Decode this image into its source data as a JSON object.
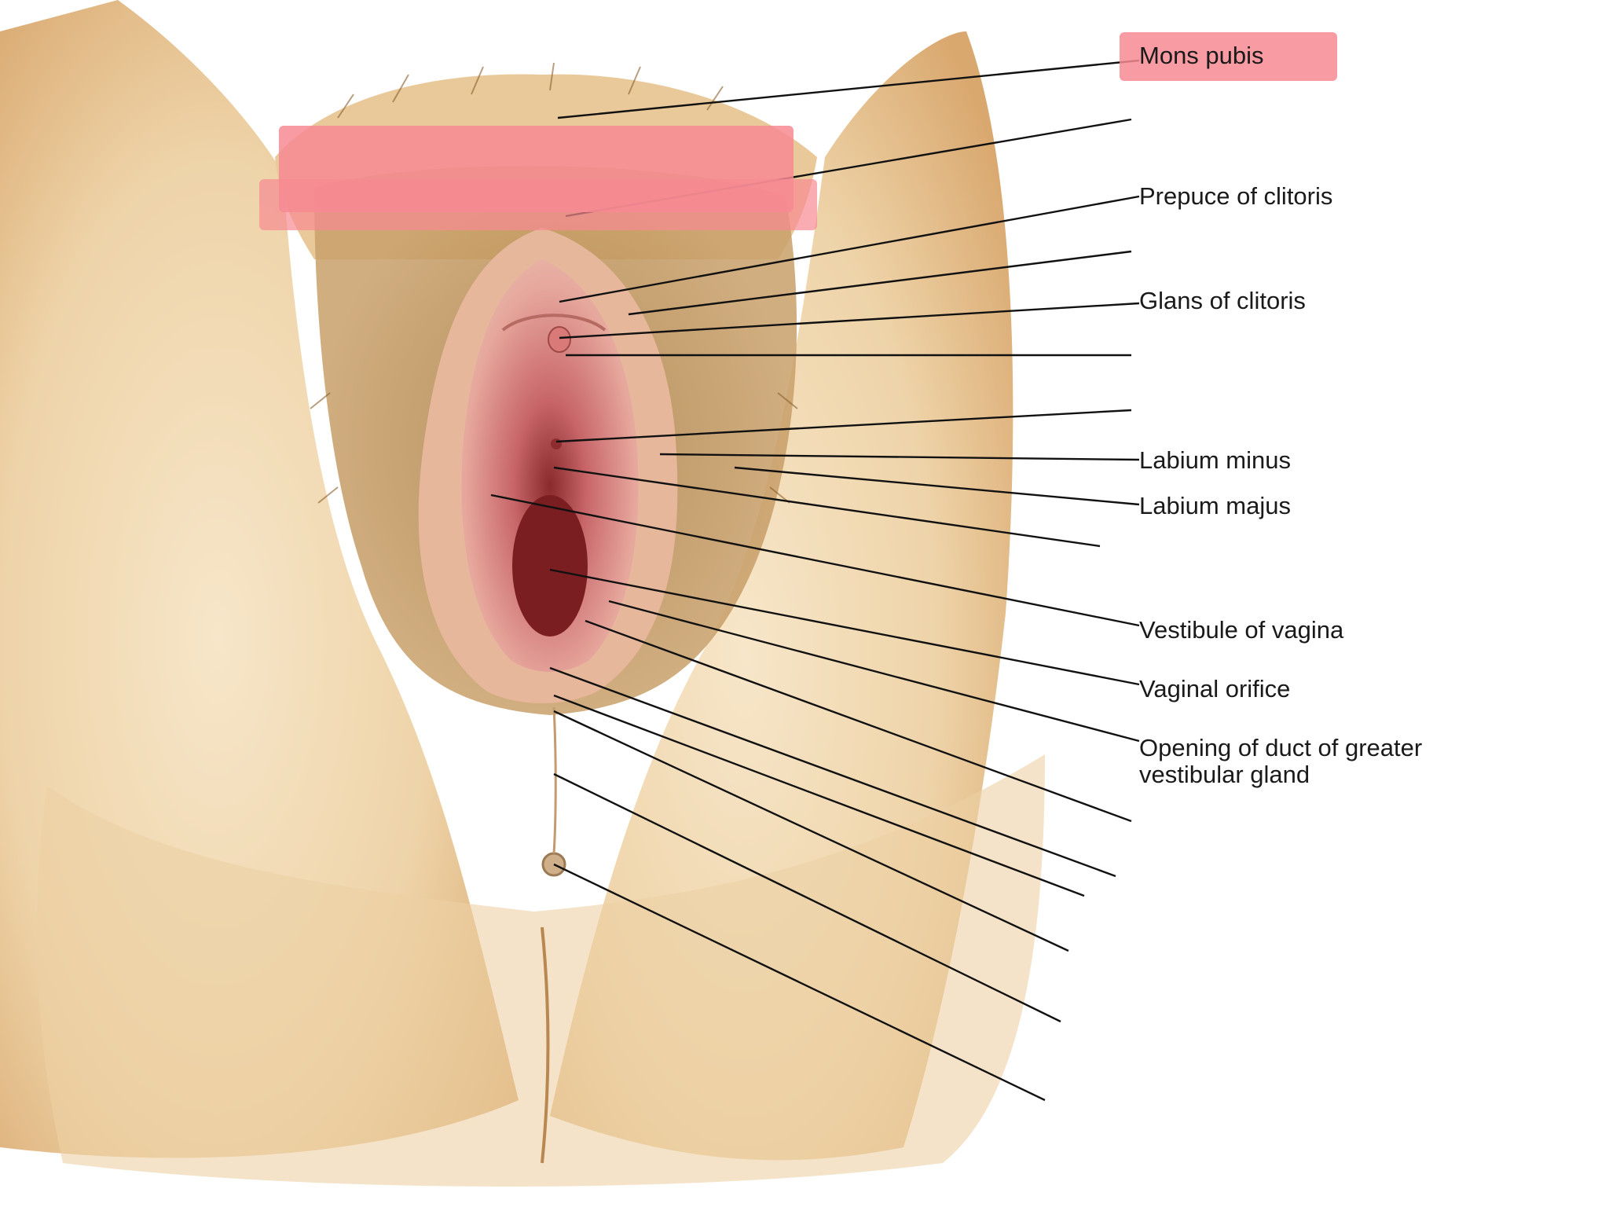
{
  "figure": {
    "highlight_color": "#f26b79",
    "labels": {
      "mons_pubis": "Mons pubis",
      "prepuce_of_clitoris": "Prepuce of clitoris",
      "glans_of_clitoris": "Glans of clitoris",
      "labium_minus": "Labium minus",
      "labium_majus": "Labium majus",
      "vestibule_of_vagina": "Vestibule of vagina",
      "vaginal_orifice": "Vaginal orifice",
      "opening_of_duct": "Opening of duct of greater\nvestibular gland"
    }
  }
}
